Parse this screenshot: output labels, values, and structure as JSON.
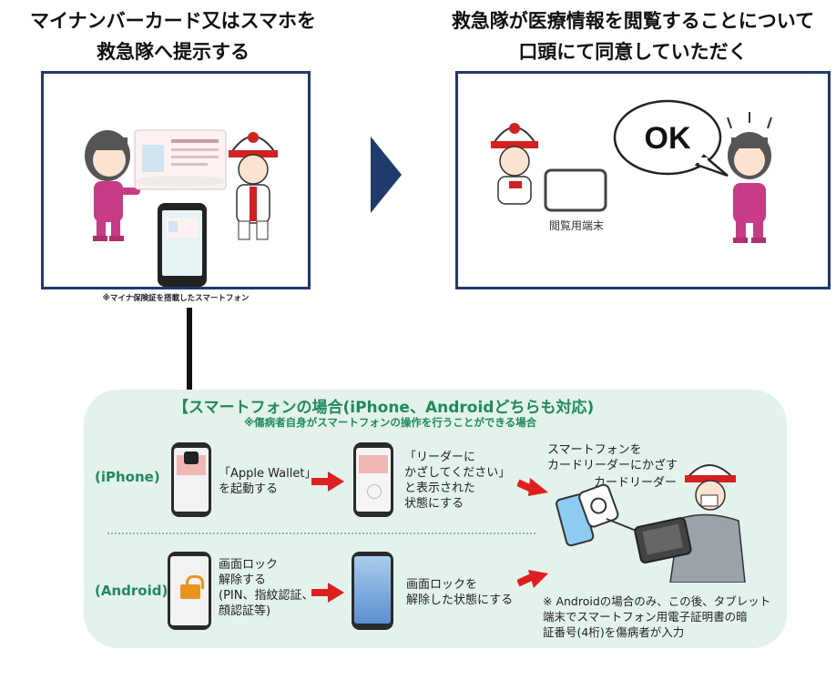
{
  "left": {
    "title_line1": "マイナンバーカード又はスマホを",
    "title_line2": "救急隊へ提示する",
    "caption": "※マイナ保険証を搭載したスマートフォン"
  },
  "right": {
    "title_line1": "救急隊が医療情報を閲覧することについて",
    "title_line2": "口頭にて同意していただく",
    "speech": "OK",
    "tablet_label": "閲覧用端末"
  },
  "smartphone": {
    "title": "【スマートフォンの場合(iPhone、Androidどちらも対応)",
    "subtitle": "※傷病者自身がスマートフォンの操作を行うことができる場合",
    "iphone_label": "(iPhone)",
    "android_label": "(Android)",
    "iphone_step1": "「Apple Wallet」\nを起動する",
    "iphone_step2": "「リーダーに\n  かざしてください」\nと表示された\n状態にする",
    "android_step1": "画面ロック\n解除する\n(PIN、指紋認証、\n顔認証等)",
    "android_step2": "画面ロックを\n解除した状態にする",
    "hold_text": "スマートフォンを\nカードリーダーにかざす",
    "reader_label": "カードリーダー",
    "note": "※ Androidの場合のみ、この後、タブレット\n   端末でスマートフォン用電子証明書の暗\n   証番号(4桁)を傷病者が入力"
  },
  "colors": {
    "navy": "#1f3a6d",
    "green": "#1f8a5a",
    "green_bg": "#e4f2ec",
    "red": "#e02020",
    "pink": "#d4357e"
  }
}
